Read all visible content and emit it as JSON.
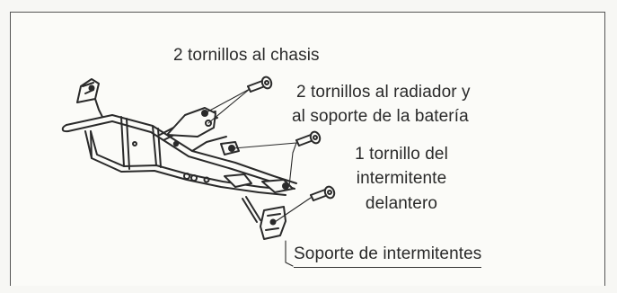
{
  "labels": {
    "chassis_bolts": "2 tornillos al chasis",
    "radiator_bolts_line1": "2 tornillos al radiador y",
    "radiator_bolts_line2": "al soporte de la batería",
    "turn_signal_bolt_line1": "1 tornillo del",
    "turn_signal_bolt_line2": "intermitente",
    "turn_signal_bolt_line3": "delantero",
    "turn_signal_bracket": "Soporte de intermitentes"
  },
  "colors": {
    "ink": "#2a2a2a",
    "background": "#fbfbf8",
    "frame": "#555555"
  }
}
